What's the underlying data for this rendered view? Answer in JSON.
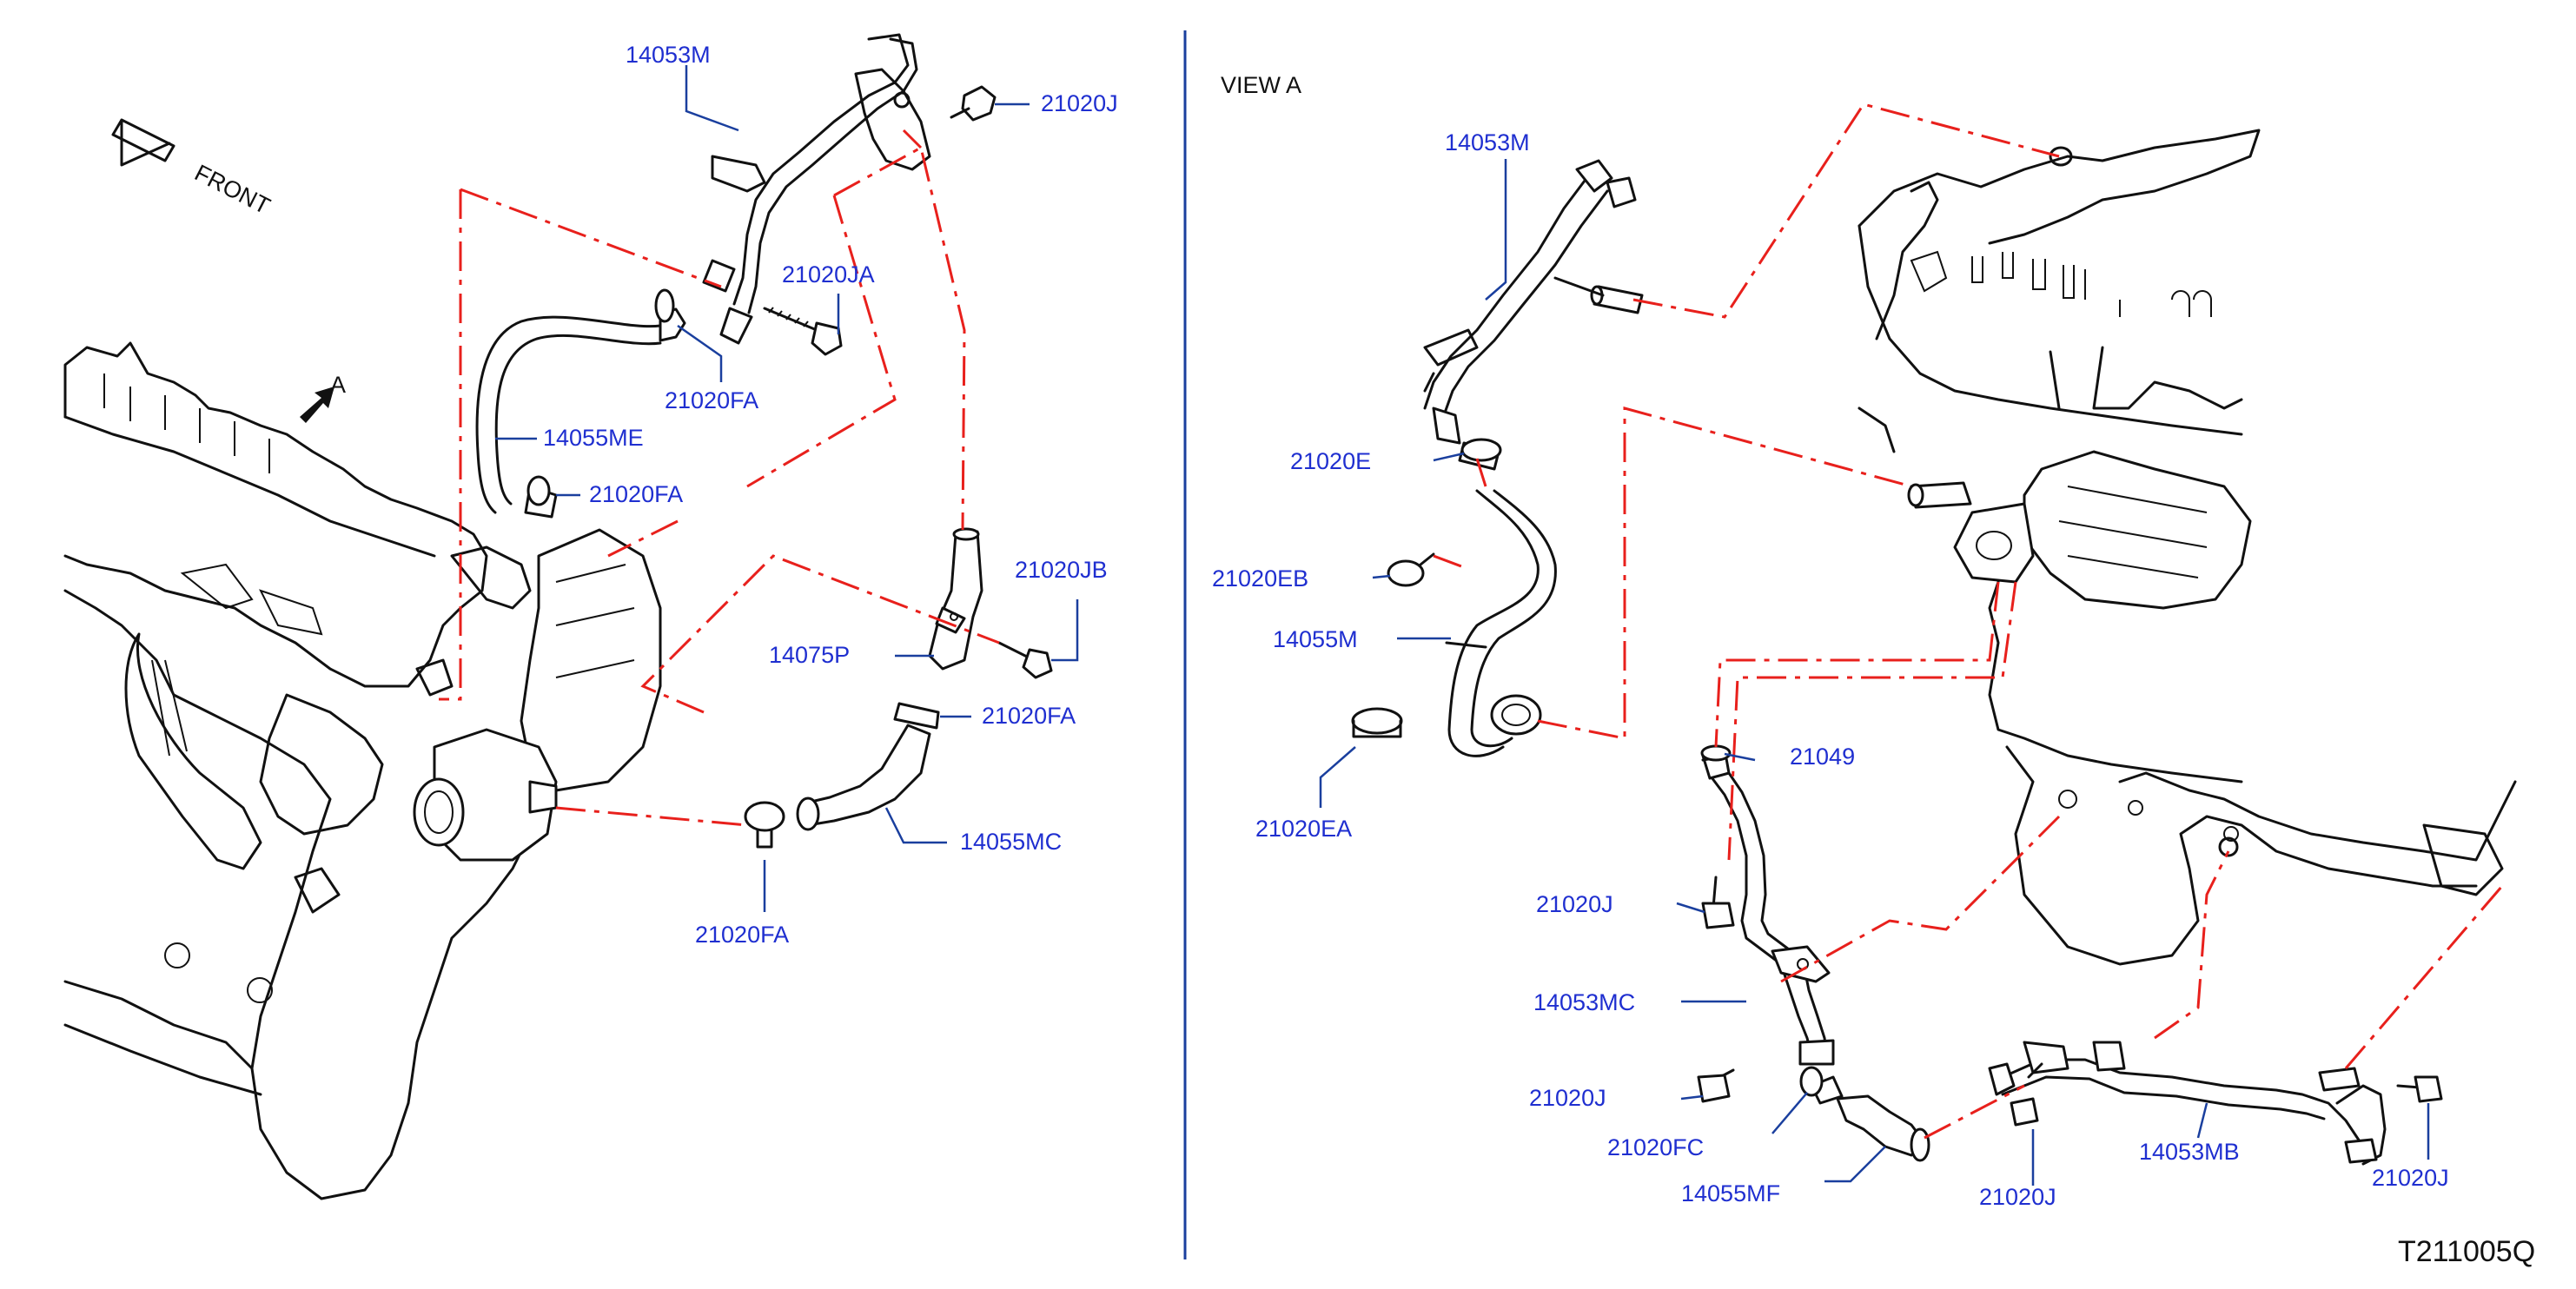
{
  "drawing_code": "T211005Q",
  "front_label": "FRONT",
  "view_marker": "A",
  "view_title": "VIEW    A",
  "colors": {
    "label": "#1f2fd0",
    "leader": "#1a3f9e",
    "dash": "#e8201c",
    "line": "#111111"
  },
  "left_labels": {
    "l14053M": "14053M",
    "l21020J": "21020J",
    "l21020JA": "21020JA",
    "l21020FA_a": "21020FA",
    "l14055ME": "14055ME",
    "l21020FA_b": "21020FA",
    "l21020JB": "21020JB",
    "l14075P": "14075P",
    "l21020FA_c": "21020FA",
    "l14055MC": "14055MC",
    "l21020FA_d": "21020FA"
  },
  "right_labels": {
    "r14053M": "14053M",
    "r21020E": "21020E",
    "r21020EB": "21020EB",
    "r14055M": "14055M",
    "r21020EA": "21020EA",
    "r21049": "21049",
    "r21020J_a": "21020J",
    "r14053MC": "14053MC",
    "r21020J_b": "21020J",
    "r21020FC": "21020FC",
    "r14055MF": "14055MF",
    "r21020J_c": "21020J",
    "r14053MB": "14053MB",
    "r21020J_d": "21020J"
  }
}
